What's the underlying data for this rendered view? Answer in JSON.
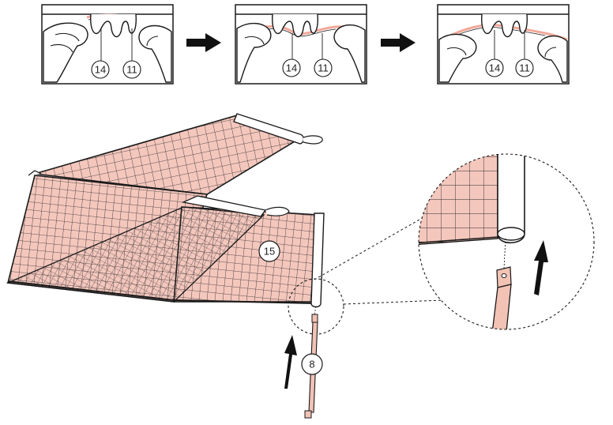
{
  "colors": {
    "ink": "#1a1a1a",
    "mesh_fill": "#f4c7bd",
    "mesh_line": "#2a2a2a",
    "rod_fill": "#f2c2b5",
    "panel_bg": "#ffffff"
  },
  "steps": [
    {
      "labels": [
        "14",
        "11"
      ]
    },
    {
      "labels": [
        "14",
        "11"
      ]
    },
    {
      "labels": [
        "14",
        "11"
      ]
    }
  ],
  "main": {
    "net_label": "15",
    "rod_label": "8"
  }
}
